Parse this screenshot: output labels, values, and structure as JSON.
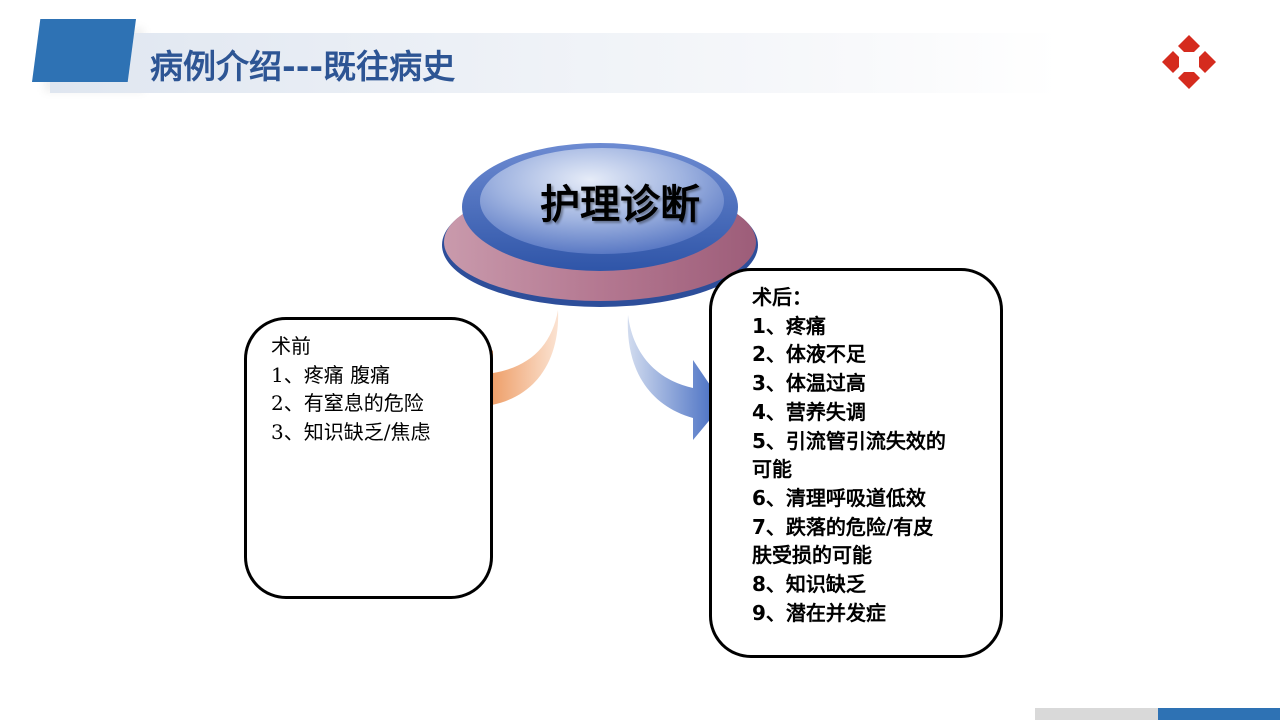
{
  "header": {
    "title": "病例介绍---既往病史",
    "accent_color": "#2e72b4",
    "title_color": "#2d5594",
    "logo": "red-cross-hospital-icon",
    "logo_color": "#d52b1e"
  },
  "center": {
    "label": "护理诊断"
  },
  "preop": {
    "heading": "术前",
    "items": [
      "1、疼痛 腹痛",
      "2、有窒息的危险",
      "3、知识缺乏/焦虑"
    ],
    "arrow": "orange-curved-arrow-left"
  },
  "postop": {
    "heading": "术后：",
    "items": [
      "1、疼痛",
      "2、体液不足",
      "3、体温过高",
      "4、营养失调",
      "5、引流管引流失效的",
      "可能",
      "6、清理呼吸道低效",
      "7、跌落的危险/有皮",
      "肤受损的可能",
      "8、知识缺乏",
      "9、潜在并发症"
    ],
    "arrow": "blue-curved-arrow-right"
  },
  "footer": {
    "bar_colors": [
      "#d9d9d9",
      "#2e72b4"
    ]
  }
}
